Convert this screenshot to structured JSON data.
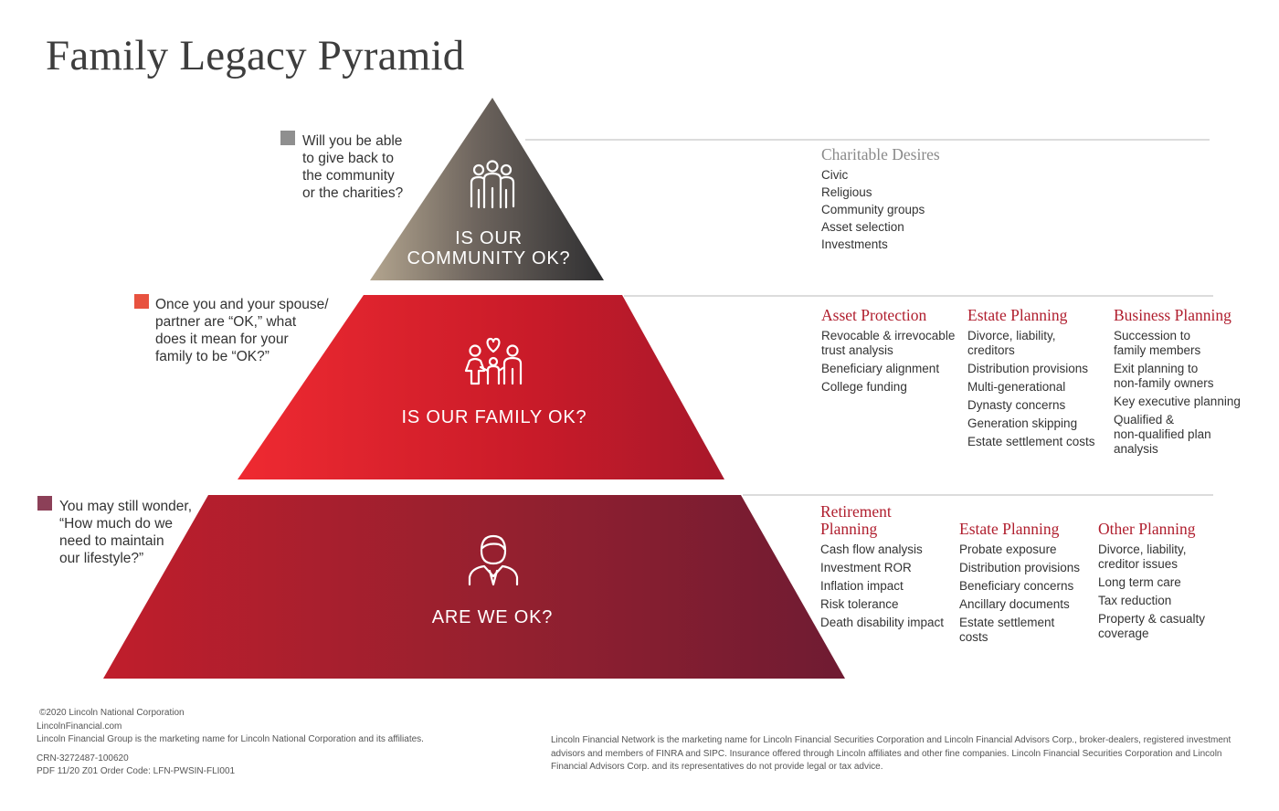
{
  "title": "Family Legacy Pyramid",
  "colors": {
    "top_tier": "#4a4644",
    "middle_tier": "#d21f2b",
    "bottom_tier": "#9c1c2c",
    "red_heading": "#b01e2e",
    "gray_heading": "#8a8a8a"
  },
  "tiers": {
    "top": {
      "label_line1": "IS OUR",
      "label_line2": "COMMUNITY OK?",
      "icon": "community-group-icon",
      "question": [
        "Will you be able",
        "to give back to",
        "the community",
        "or the charities?"
      ],
      "marker_color": "#8f8f8f"
    },
    "middle": {
      "label": "IS OUR FAMILY OK?",
      "icon": "family-heart-icon",
      "question": [
        "Once you and your spouse/",
        "partner are  “OK,” what",
        "does it mean for your",
        "family to be  “OK?”"
      ],
      "marker_color": "#e8523f"
    },
    "bottom": {
      "label": "ARE WE OK?",
      "icon": "person-icon",
      "question": [
        "You may still wonder,",
        "“How  much do we",
        "need to  maintain",
        "our lifestyle?”"
      ],
      "marker_color": "#8c4058"
    }
  },
  "sections": {
    "charitable": {
      "heading": "Charitable Desires",
      "items": [
        "Civic",
        "Religious",
        "Community groups",
        "Asset selection",
        "Investments"
      ]
    },
    "asset_protection": {
      "heading": "Asset Protection",
      "items": [
        [
          "Revocable & irrevocable",
          "trust analysis"
        ],
        [
          "Beneficiary alignment"
        ],
        [
          "College funding"
        ]
      ]
    },
    "estate_family": {
      "heading": "Estate Planning",
      "items": [
        [
          "Divorce, liability,",
          "creditors"
        ],
        [
          "Distribution provisions"
        ],
        [
          "Multi-generational"
        ],
        [
          "Dynasty concerns"
        ],
        [
          "Generation skipping"
        ],
        [
          "Estate settlement costs"
        ]
      ]
    },
    "business": {
      "heading": "Business Planning",
      "items": [
        [
          "Succession to",
          "family members"
        ],
        [
          "Exit planning to",
          "non-family owners"
        ],
        [
          "Key executive planning"
        ],
        [
          "Qualified &",
          "non-qualified plan",
          "analysis"
        ]
      ]
    },
    "retirement": {
      "heading_line1": "Retirement",
      "heading_line2": "Planning",
      "items": [
        [
          "Cash flow analysis"
        ],
        [
          "Investment ROR"
        ],
        [
          "Inflation impact"
        ],
        [
          "Risk tolerance"
        ],
        [
          "Death disability impact"
        ]
      ]
    },
    "estate_us": {
      "heading": "Estate Planning",
      "items": [
        [
          "Probate exposure"
        ],
        [
          "Distribution provisions"
        ],
        [
          "Beneficiary concerns"
        ],
        [
          "Ancillary documents"
        ],
        [
          "Estate settlement",
          "costs"
        ]
      ]
    },
    "other": {
      "heading": "Other Planning",
      "items": [
        [
          "Divorce, liability,",
          "creditor  issues"
        ],
        [
          "Long term care"
        ],
        [
          "Tax reduction"
        ],
        [
          "Property & casualty",
          "coverage"
        ]
      ]
    }
  },
  "footer": {
    "copyright": "©2020 Lincoln National Corporation",
    "site": "LincolnFinancial.com",
    "marketing": "Lincoln Financial Group is the marketing name for Lincoln National Corporation and its affiliates.",
    "crn": "CRN-3272487-100620",
    "order": "PDF  11/20  Z01  Order Code: LFN-PWSIN-FLI001",
    "disclosure": "Lincoln Financial Network is the marketing name for Lincoln Financial Securities Corporation and Lincoln Financial Advisors Corp., broker-dealers, registered investment advisors and members of FINRA and SIPC.  Insurance offered through Lincoln affiliates and other fine companies. Lincoln Financial Securities Corporation and Lincoln Financial Advisors Corp. and its representatives do not provide legal or tax advice."
  }
}
